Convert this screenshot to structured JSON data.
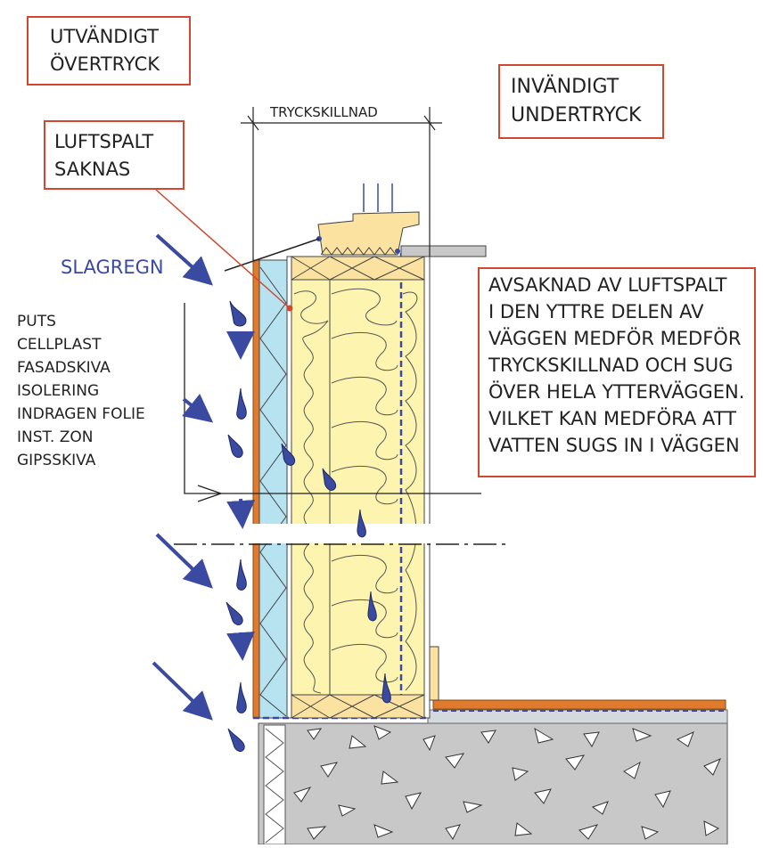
{
  "labels": {
    "outer_pressure": [
      "UTVÄNDIGT",
      "ÖVERTRYCK"
    ],
    "inner_pressure": [
      "INVÄNDIGT",
      "UNDERTRYCK"
    ],
    "missing_gap": [
      "LUFTSPALT",
      "SAKNAS"
    ],
    "driving_rain": "SLAGREGN",
    "pressure_difference": "TRYCKSKILLNAD",
    "explanation": [
      "AVSAKNAD AV LUFTSPALT",
      "I DEN YTTRE DELEN AV",
      "VÄGGEN MEDFÖR MEDFÖR",
      "TRYCKSKILLNAD OCH SUG",
      "ÖVER HELA YTTERVÄGGEN.",
      "VILKET KAN MEDFÖRA ATT",
      "VATTEN SUGS IN I VÄGGEN"
    ],
    "layers": [
      "PUTS",
      "CELLPLAST",
      "FASADSKIVA",
      "ISOLERING",
      "INDRAGEN FOLIE",
      "INST. ZON",
      "GIPSSKIVA"
    ]
  },
  "colors": {
    "callout_border": "#d2472f",
    "rain_blue": "#3a4aa0",
    "render_orange": "#e07a2c",
    "cellplast_blue": "#b7e3f0",
    "insulation_yellow": "#fdf4b0",
    "timber": "#fbe2a0",
    "concrete": "#c8c8c8"
  }
}
